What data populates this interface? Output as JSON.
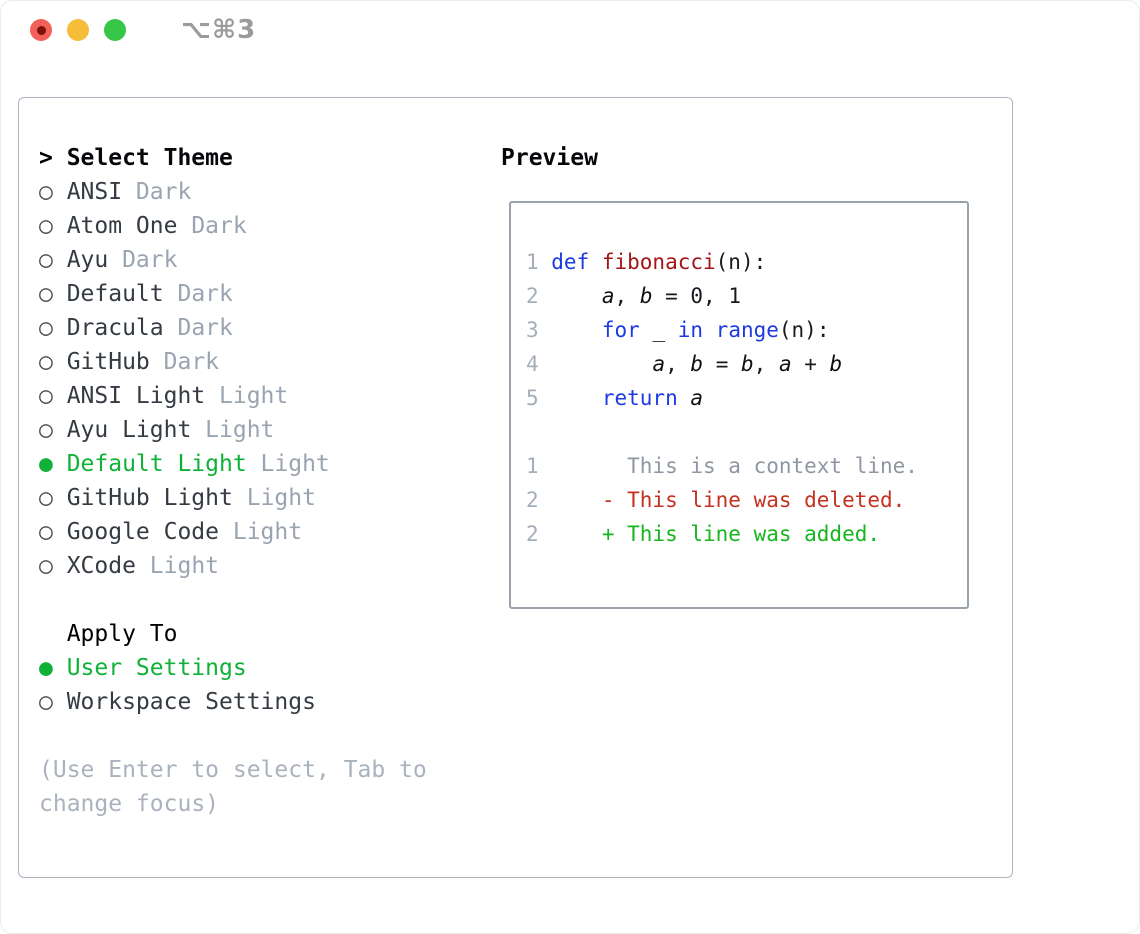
{
  "window": {
    "shortcut_label": "⌥⌘3"
  },
  "colors": {
    "traffic_close": "#f3605a",
    "traffic_close_dot": "#7c100a",
    "traffic_minimize": "#f6bd3a",
    "traffic_zoom": "#37c648",
    "accent_green": "#0fb237",
    "diff_added_green": "#17b61f",
    "diff_deleted_red": "#c5311f",
    "keyword_blue": "#1d3ae2",
    "function_dark_red": "#a41515",
    "muted_gray": "#9aa4b1",
    "panel_border": "#aeb5bf"
  },
  "icons": {
    "cursor": ">",
    "radio_on": "●",
    "radio_off": "○"
  },
  "theme_list": {
    "header": "Select Theme",
    "items": [
      {
        "name": "ANSI",
        "variant": "Dark",
        "selected": false
      },
      {
        "name": "Atom One",
        "variant": "Dark",
        "selected": false
      },
      {
        "name": "Ayu",
        "variant": "Dark",
        "selected": false
      },
      {
        "name": "Default",
        "variant": "Dark",
        "selected": false
      },
      {
        "name": "Dracula",
        "variant": "Dark",
        "selected": false
      },
      {
        "name": "GitHub",
        "variant": "Dark",
        "selected": false
      },
      {
        "name": "ANSI Light",
        "variant": "Light",
        "selected": false
      },
      {
        "name": "Ayu Light",
        "variant": "Light",
        "selected": false
      },
      {
        "name": "Default Light",
        "variant": "Light",
        "selected": true
      },
      {
        "name": "GitHub Light",
        "variant": "Light",
        "selected": false
      },
      {
        "name": "Google Code",
        "variant": "Light",
        "selected": false
      },
      {
        "name": "XCode",
        "variant": "Light",
        "selected": false
      }
    ]
  },
  "apply_to": {
    "header": "Apply To",
    "options": [
      {
        "label": "User Settings",
        "selected": true
      },
      {
        "label": "Workspace Settings",
        "selected": false
      }
    ]
  },
  "hint": {
    "line1": "(Use Enter to select, Tab to",
    "line2": "change focus)"
  },
  "preview": {
    "header": "Preview"
  },
  "code": {
    "lines": [
      {
        "no": "1",
        "t0": "def ",
        "t1": "fibonacci",
        "t2": "(n):"
      },
      {
        "no": "2",
        "t0": "    ",
        "t1": "a",
        "t2": ", ",
        "t3": "b",
        "t4": " = 0, 1"
      },
      {
        "no": "3",
        "t0": "    ",
        "t1": "for ",
        "t2": "_ ",
        "t3": "in ",
        "t4": "range",
        "t5": "(n):"
      },
      {
        "no": "4",
        "t0": "        ",
        "t1": "a",
        "t2": ", ",
        "t3": "b",
        "t4": " = ",
        "t5": "b",
        "t6": ", ",
        "t7": "a",
        "t8": " + ",
        "t9": "b"
      },
      {
        "no": "5",
        "t0": "    ",
        "t1": "return ",
        "t2": "a"
      }
    ],
    "diff": [
      {
        "no": "1",
        "text": "      This is a context line."
      },
      {
        "no": "2",
        "text": "    - This line was deleted."
      },
      {
        "no": "2",
        "text": "    + This line was added."
      }
    ]
  }
}
